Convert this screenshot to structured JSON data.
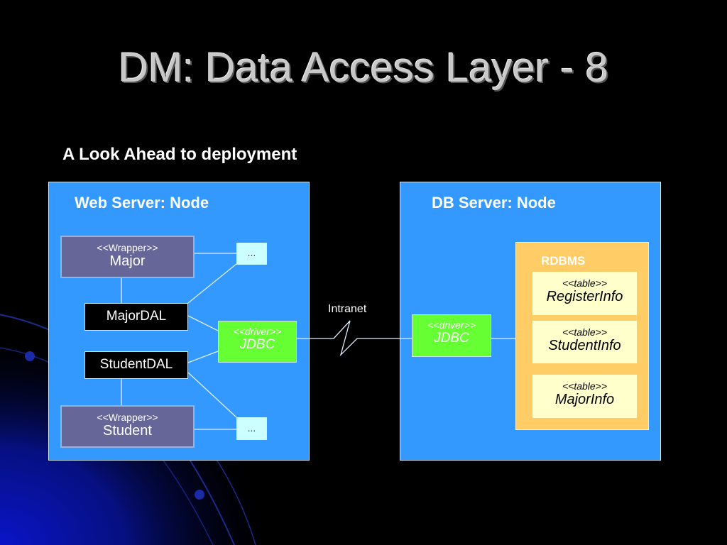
{
  "slide": {
    "title": "DM: Data Access Layer - 8",
    "subtitle": "A Look Ahead to deployment"
  },
  "web_server": {
    "label": "Web Server: Node",
    "wrapper_major": {
      "stereotype": "<<Wrapper>>",
      "name": "Major"
    },
    "major_dal": "MajorDAL",
    "student_dal": "StudentDAL",
    "wrapper_student": {
      "stereotype": "<<Wrapper>>",
      "name": "Student"
    },
    "ellipsis_top": "...",
    "ellipsis_bottom": "...",
    "driver": {
      "stereotype": "<<driver>>",
      "name": "JDBC"
    }
  },
  "connection": {
    "label": "Intranet"
  },
  "db_server": {
    "label": "DB Server: Node",
    "driver": {
      "stereotype": "<<driver>>",
      "name": "JDBC"
    },
    "rdbms": {
      "label": "RDBMS",
      "tables": [
        {
          "stereotype": "<<table>>",
          "name": "RegisterInfo"
        },
        {
          "stereotype": "<<table>>",
          "name": "StudentInfo"
        },
        {
          "stereotype": "<<table>>",
          "name": "MajorInfo"
        }
      ]
    }
  },
  "colors": {
    "node": "#3399ff",
    "wrapper": "#666699",
    "driver": "#66ff33",
    "rdbms": "#ffcc66",
    "table": "#ffffcc",
    "ellipsis": "#ccffff"
  }
}
